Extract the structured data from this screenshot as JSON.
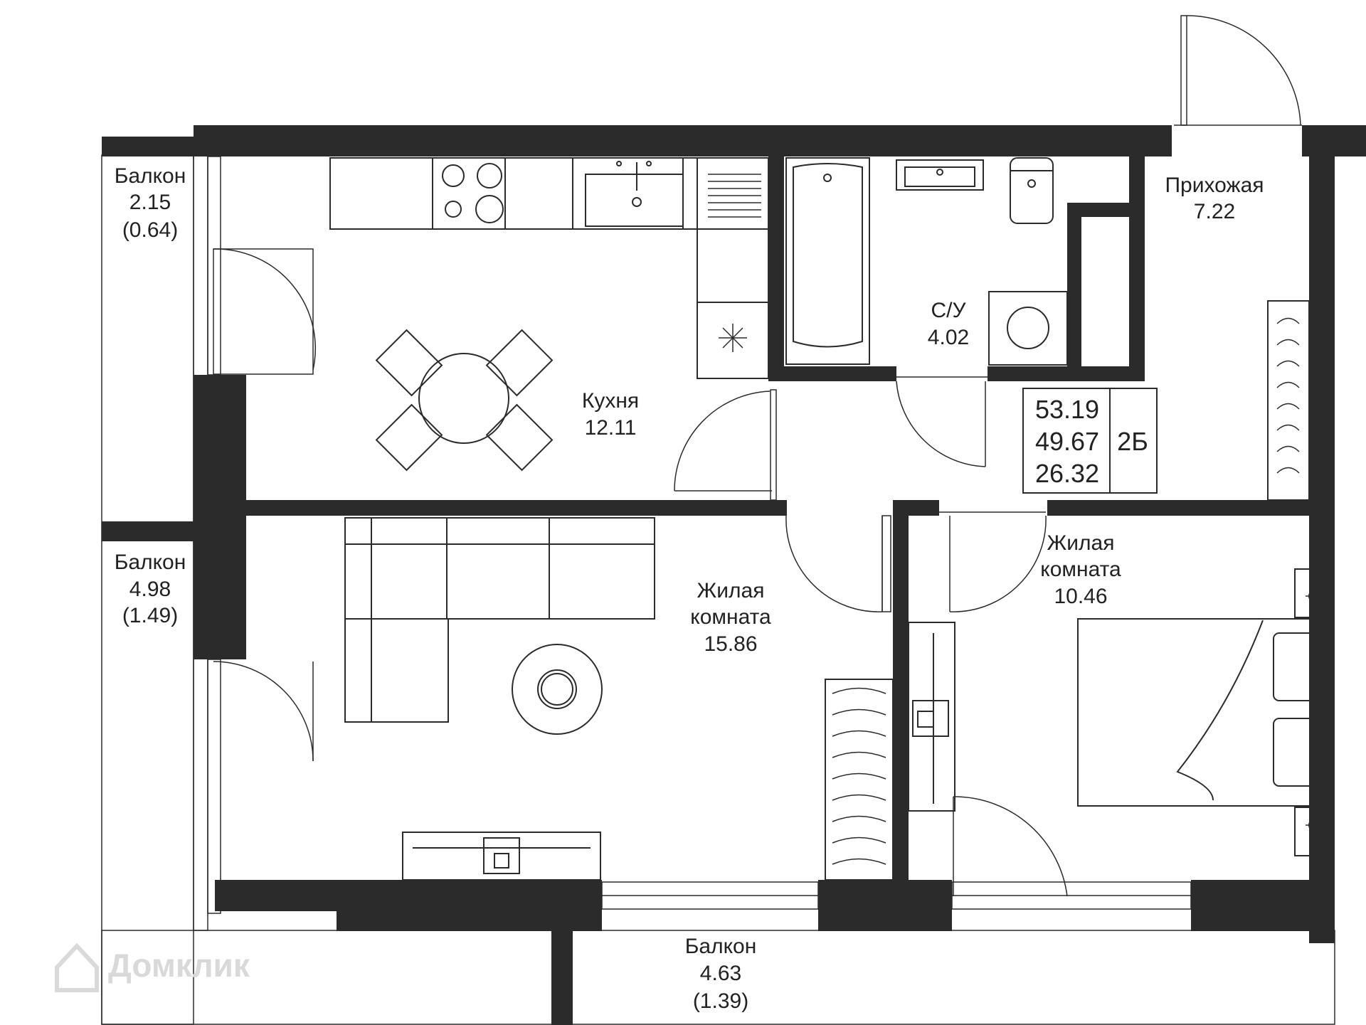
{
  "rooms": {
    "balcony_top": {
      "name": "Балкон",
      "area": "2.15",
      "reduced": "(0.64)"
    },
    "kitchen": {
      "name": "Кухня",
      "area": "12.11"
    },
    "bathroom": {
      "name": "С/У",
      "area": "4.02"
    },
    "hallway": {
      "name": "Прихожая",
      "area": "7.22"
    },
    "balcony_middle": {
      "name": "Балкон",
      "area": "4.98",
      "reduced": "(1.49)"
    },
    "living_large": {
      "name1": "Жилая",
      "name2": "комната",
      "area": "15.86"
    },
    "living_small": {
      "name1": "Жилая",
      "name2": "комната",
      "area": "10.46"
    },
    "balcony_bottom": {
      "name": "Балкон",
      "area": "4.63",
      "reduced": "(1.39)"
    }
  },
  "summary": {
    "total_area": "53.19",
    "usable_area": "49.67",
    "living_area": "26.32",
    "type": "2Б"
  },
  "watermark": {
    "text": "Домклик",
    "icon": "house-icon"
  },
  "colors": {
    "wall": "#2b2b2b",
    "background": "#ffffff",
    "watermark": "#d9d9d9"
  }
}
